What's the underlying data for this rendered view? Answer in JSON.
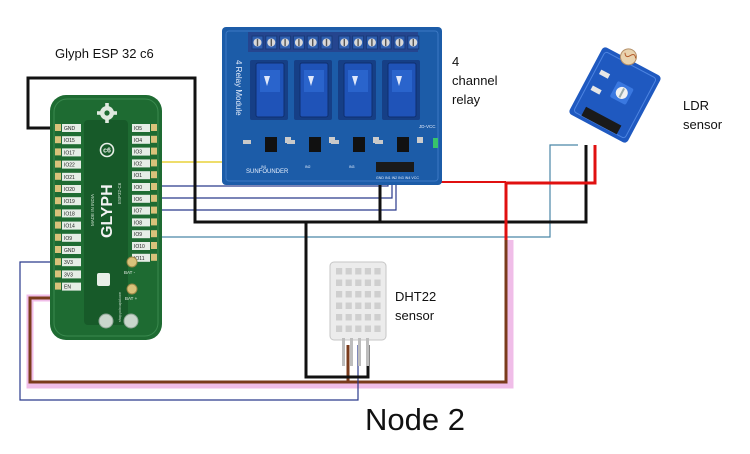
{
  "labels": {
    "board": "Glyph ESP 32 c6",
    "relay_line1": "4",
    "relay_line2": "channel",
    "relay_line3": "relay",
    "ldr_line1": "LDR",
    "ldr_line2": "sensor",
    "dht_line1": "DHT22",
    "dht_line2": "sensor",
    "node": "Node 2"
  },
  "board": {
    "name_text": "GLYPH",
    "sub_text": "ESP32-C6",
    "made_in": "MADE IN INDIA",
    "pins_left": [
      "GND",
      "IO15",
      "IO17",
      "IO22",
      "IO21",
      "IO20",
      "IO19",
      "IO18",
      "IO14",
      "IO9",
      "GND",
      "3V3",
      "3V3",
      "EN"
    ],
    "pins_right": [
      "IO5",
      "IO4",
      "IO3",
      "IO2",
      "IO1",
      "IO0",
      "IO6",
      "IO7",
      "IO8",
      "IO9",
      "IO10",
      "IO11"
    ],
    "bat_minus": "BAT -",
    "bat_plus": "BAT +",
    "website": "shop.pcbcupid.com"
  },
  "relay": {
    "vertical_text": "4 Relay Module",
    "brand": "SUNFOUNDER",
    "jd_label": "JD-VCC",
    "pin_header": "GND IN1 IN2 IN3 IN4 VCC",
    "channels": [
      "IN1",
      "IN2",
      "IN3",
      "IN4"
    ]
  },
  "colors": {
    "board": "#1e6b32",
    "relay_board": "#1c5ca8",
    "relay_block": "#1f53b8",
    "wire_black": "#111111",
    "wire_red": "#e01010",
    "wire_brown": "#7a3b1c",
    "wire_blue": "#2a3a8c",
    "wire_yellow": "#e8d23a",
    "wire_pink": "#f0bde8"
  }
}
